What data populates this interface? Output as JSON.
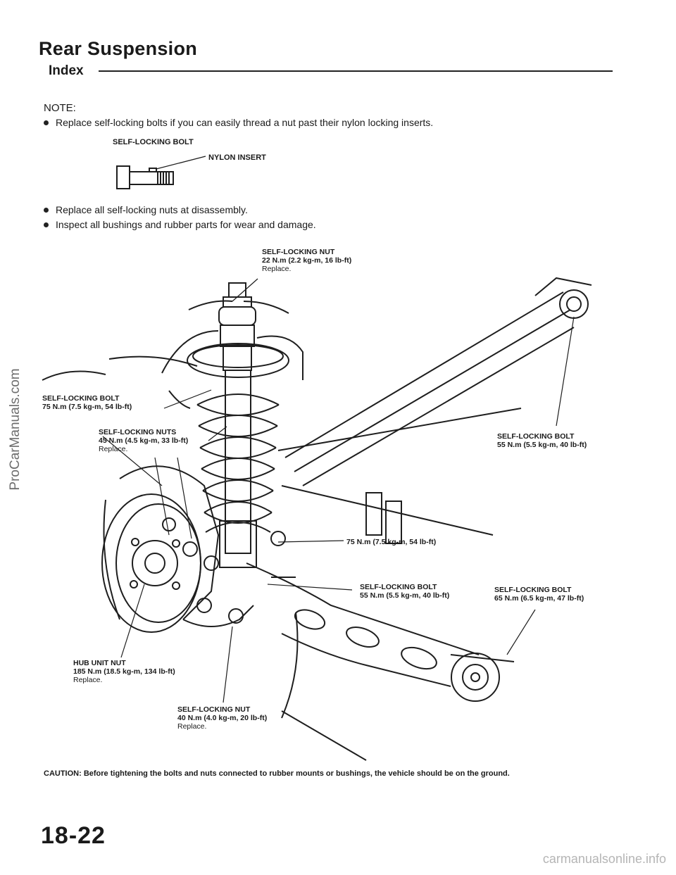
{
  "page": {
    "title": "Rear Suspension",
    "subtitle": "Index",
    "note_heading": "NOTE:",
    "notes": [
      "Replace self-locking bolts if you can easily thread a nut past their nylon locking inserts.",
      "Replace all self-locking nuts at disassembly.",
      "Inspect all bushings and rubber parts for wear and damage."
    ],
    "bolt_detail": {
      "title": "SELF-LOCKING BOLT",
      "insert_label": "NYLON INSERT"
    },
    "callouts": {
      "top_nut": {
        "name": "SELF-LOCKING NUT",
        "spec": "22 N.m (2.2 kg-m, 16 lb-ft)",
        "note": "Replace."
      },
      "left_bolt": {
        "name": "SELF-LOCKING BOLT",
        "spec": "75 N.m (7.5 kg-m, 54 lb-ft)"
      },
      "strut_nuts": {
        "name": "SELF-LOCKING NUTS",
        "spec": "45 N.m (4.5 kg-m, 33 lb-ft)",
        "note": "Replace."
      },
      "right_bolt": {
        "name": "SELF-LOCKING BOLT",
        "spec": "55 N.m (5.5 kg-m, 40 lb-ft)"
      },
      "mid_torque": {
        "spec": "75 N.m (7.5 kg-m, 54 lb-ft)"
      },
      "center_bolt": {
        "name": "SELF-LOCKING BOLT",
        "spec": "55 N.m (5.5 kg-m, 40 lb-ft)"
      },
      "arm_bolt": {
        "name": "SELF-LOCKING BOLT",
        "spec": "65 N.m (6.5 kg-m, 47 lb-ft)"
      },
      "hub_nut": {
        "name": "HUB UNIT NUT",
        "spec": "185 N.m (18.5 kg-m, 134 lb-ft)",
        "note": "Replace."
      },
      "bottom_nut": {
        "name": "SELF-LOCKING NUT",
        "spec": "40 N.m (4.0 kg-m, 20 lb-ft)",
        "note": "Replace."
      }
    },
    "caution": "CAUTION: Before tightening the bolts and nuts connected to rubber mounts or bushings, the vehicle should be on the ground.",
    "page_number": "18-22",
    "side_watermark": "ProCarManuals.com",
    "footer_watermark": "carmanualsonline.info"
  }
}
